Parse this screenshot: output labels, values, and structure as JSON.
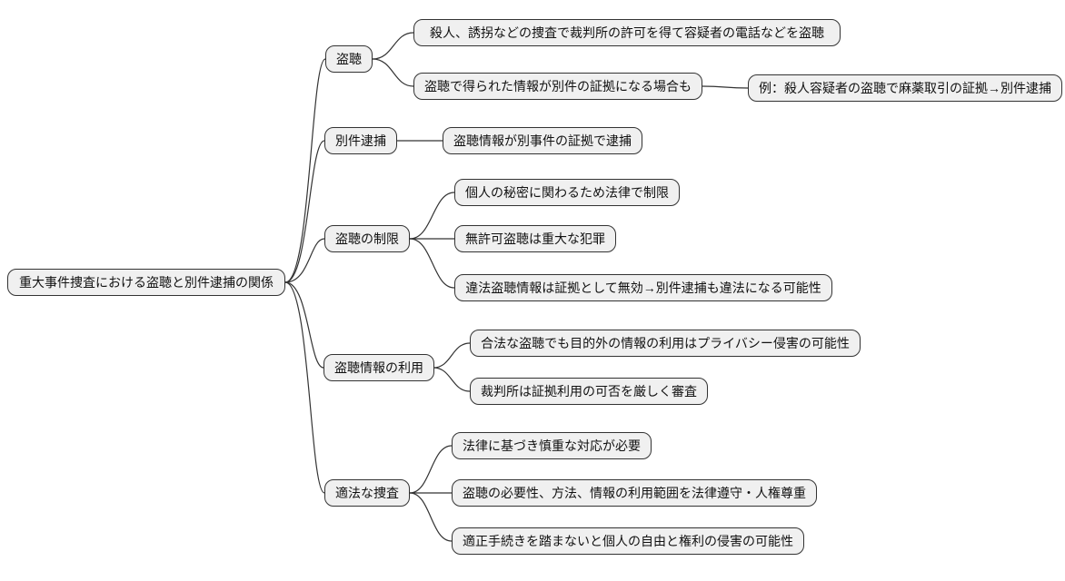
{
  "diagram": {
    "type": "mindmap",
    "root": {
      "label": "重大事件捜査における盗聴と別件逮捕の関係"
    },
    "branches": [
      {
        "label": "盗聴",
        "children": [
          {
            "label": "殺人、誘拐などの捜査で裁判所の許可を得て容疑者の電話などを盗聴"
          },
          {
            "label": "盗聴で得られた情報が別件の証拠になる場合も",
            "children": [
              {
                "label": "例：殺人容疑者の盗聴で麻薬取引の証拠→別件逮捕"
              }
            ]
          }
        ]
      },
      {
        "label": "別件逮捕",
        "children": [
          {
            "label": "盗聴情報が別事件の証拠で逮捕"
          }
        ]
      },
      {
        "label": "盗聴の制限",
        "children": [
          {
            "label": "個人の秘密に関わるため法律で制限"
          },
          {
            "label": "無許可盗聴は重大な犯罪"
          },
          {
            "label": "違法盗聴情報は証拠として無効→別件逮捕も違法になる可能性"
          }
        ]
      },
      {
        "label": "盗聴情報の利用",
        "children": [
          {
            "label": "合法な盗聴でも目的外の情報の利用はプライバシー侵害の可能性"
          },
          {
            "label": "裁判所は証拠利用の可否を厳しく審査"
          }
        ]
      },
      {
        "label": "適法な捜査",
        "children": [
          {
            "label": "法律に基づき慎重な対応が必要"
          },
          {
            "label": "盗聴の必要性、方法、情報の利用範囲を法律遵守・人権尊重"
          },
          {
            "label": "適正手続きを踏まないと個人の自由と権利の侵害の可能性"
          }
        ]
      }
    ],
    "colors": {
      "node_fill": "#f0f0f0",
      "node_border": "#333333",
      "link": "#333333",
      "text": "#111111",
      "background": "#ffffff"
    }
  }
}
